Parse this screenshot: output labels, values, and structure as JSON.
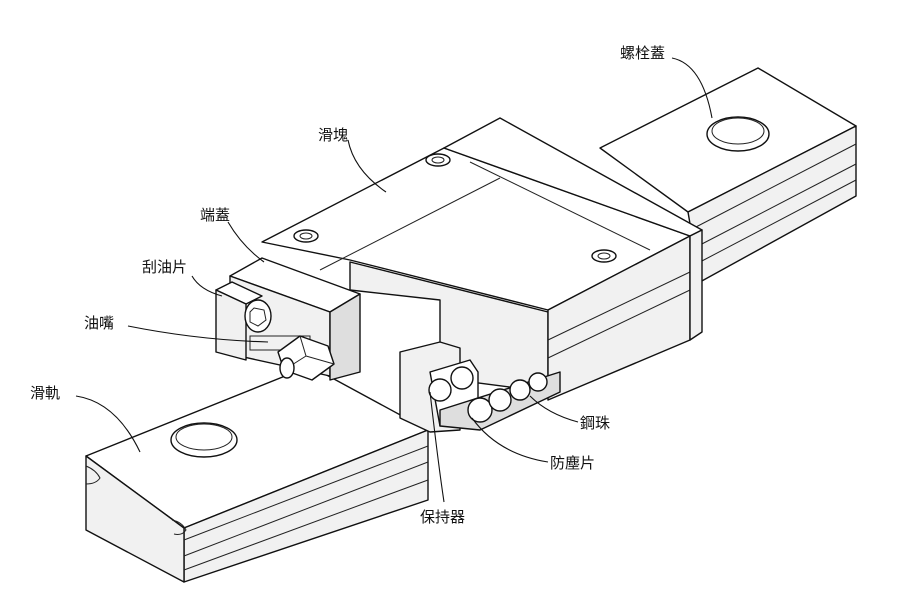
{
  "labels": {
    "bolt_cap": "螺栓蓋",
    "carriage": "滑塊",
    "end_cap": "端蓋",
    "scraper": "刮油片",
    "grease_nipple": "油嘴",
    "rail": "滑軌",
    "steel_ball": "鋼珠",
    "seal": "防塵片",
    "retainer": "保持器"
  },
  "colors": {
    "line": "#111111",
    "background": "#ffffff"
  }
}
